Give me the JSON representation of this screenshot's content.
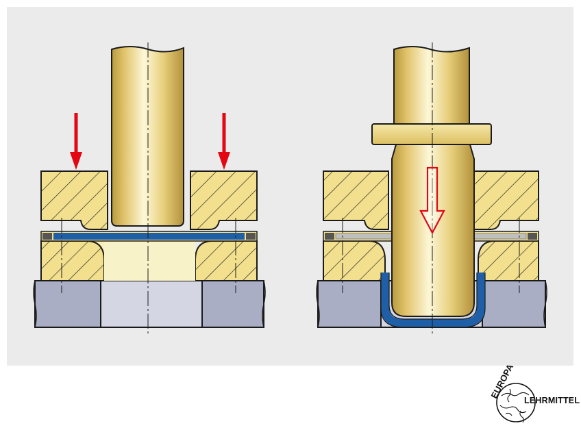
{
  "diagram": {
    "panels": [
      {
        "id": "left",
        "stage": "before-drawing",
        "press_arrows": 2,
        "arrow_color": "#e30613"
      },
      {
        "id": "right",
        "stage": "drawing",
        "stroke_arrow": "outline",
        "arrow_color": "#e30613"
      }
    ],
    "colors": {
      "background_panel": "#ebebeb",
      "punch": "#e8d27a",
      "hatched_parts": "#f2e08e",
      "die_body": "#a9aec4",
      "die_center": "#d4d6e4",
      "sheet_blank": "#1f5fa8",
      "sheet_thin": "#bfbfbf",
      "outline": "#1a1a1a"
    }
  },
  "logo": {
    "line1": "EUROPA",
    "line2": "LEHRMITTEL"
  }
}
